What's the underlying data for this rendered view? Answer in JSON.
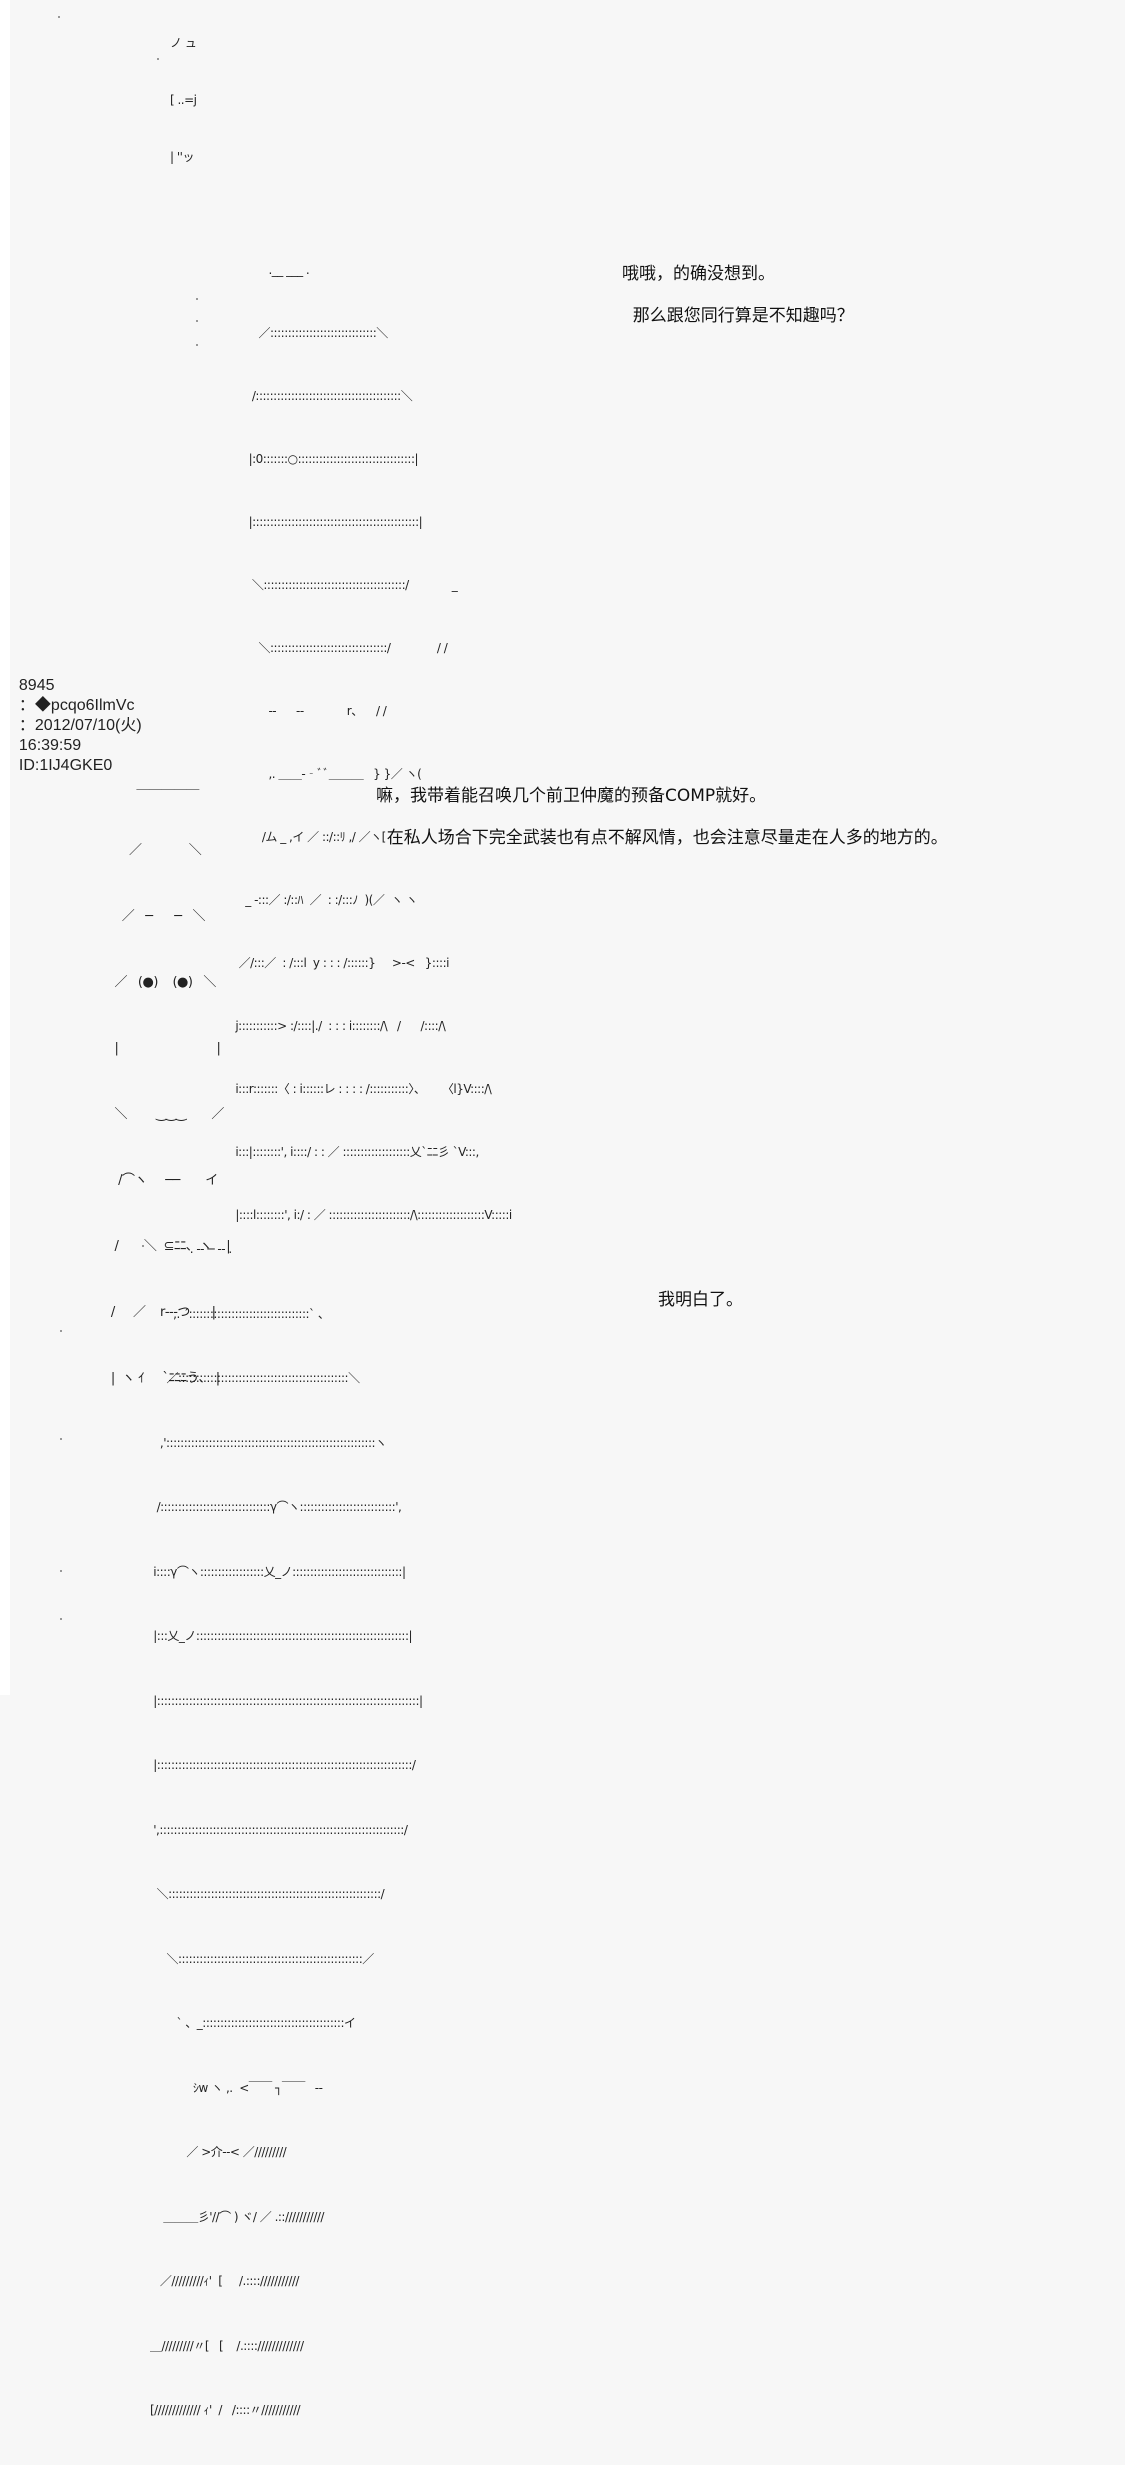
{
  "top_fragment": {
    "aa_lines": [
      "ノ ュ",
      "[ ..=j",
      "| ''ッ"
    ]
  },
  "panel_1": {
    "dialog": [
      "哦哦，的确没想到。",
      "  那么跟您同行算是不知趣吗？"
    ],
    "aa_lines": [
      "           .__ ___ .",
      "        ／::::::::::::::::::::::::::::::＼",
      "      /:::::::::::::::::::::::::::::::::::::::::＼",
      "     |:0:::::::○:::::::::::::::::::::::::::::::::|",
      "     |:::::::::::::::::::::::::::::::::::::::::::::::|",
      "      ＼::::::::::::::::::::::::::::::::::::::::/             _",
      "        ＼:::::::::::::::::::::::::::::::::/              / /",
      "           ‐‐      ‐‐             r、    / /",
      "           ,. ＿＿-‐ﾞﾞ＿＿＿   } }／ ヽ(",
      "         /ム _ ,イ ／ ::/::ﾘ ,/ ／ヽ[",
      "    _ -:::／ :/::ﾊ  ／  : :/:::ﾉ  )(／  ヽ ヽ",
      "  ／/:::／  : /:::l  y : : : /::::::}     >‐<   }::::i",
      " j:::::::::::> :/::::|./  : : : i::::::::/\\   /      /::::/\\",
      " i:::r:::::::〈 : i::::::レ : : : : /:::::::::::〉、     〈l}V::::/\\",
      " i:::|::::::::', i::::/ : : ／ :::::::::::::::::::乂`ﾆﾆ彡 `V:::,",
      " |::::l::::::::', i:/ : ／ :::::::::::::::::::::::/\\:::::::::::::::::::V:::::i"
    ]
  },
  "post": {
    "number": "8945",
    "separator": "：",
    "trip_marker": "◆",
    "trip": "pcqo6IlmVc",
    "date": "2012/07/10(火)",
    "time": "16:39:59",
    "id": "ID:1IJ4GKE0",
    "header_text": "8945 ：◆pcqo6IlmVc ：2012/07/10(火) 16:39:59 ID:1IJ4GKE0"
  },
  "panel_2": {
    "dialog": [
      "嘛，我带着能召唤几个前卫仲魔的预备COMP就好。",
      "  在私人场合下完全武装也有点不解风情，也会注意尽量走在人多的地方的。"
    ],
    "aa_lines": [
      "          ＿＿＿＿＿",
      "        ／             ＼",
      "      ／   ─      ─   ＼",
      "    ／   (●)    (●)   ＼",
      "    |                           |",
      "    ＼        ‿‿‿       ／",
      "     /⌒ヽ     ──       イ",
      "    /       ＼  ⊆ﾆﾆ､  ヽ    |",
      "   /     ／    r‐‐‐つ      |",
      "   |  ヽ ｲ     `ﾆﾆﾆう､   |"
    ]
  },
  "panel_3": {
    "dialog": [
      "我明白了。"
    ],
    "aa_lines": [
      "               . -‐ ─ ‐- .",
      "          ,. ´::::::::::::::::::::::::::::::::::` 、",
      "        ／::::::::::::::::::::::::::::::::::::::::::::::::＼",
      "      ,':::::::::::::::::::::::::::::::::::::::::::::::::::::::::::ヽ",
      "     /:::::::::::::::::::::::::::::::γ⌒ヽ:::::::::::::::::::::::::::',",
      "    i::::γ⌒ヽ::::::::::::::::::乂_ノ:::::::::::::::::::::::::::::::|",
      "    |:::乂_ノ::::::::::::::::::::::::::::::::::::::::::::::::::::::::::::|",
      "    |::::::::::::::::::::::::::::::::::::::::::::::::::::::::::::::::::::::::::|",
      "    |::::::::::::::::::::::::::::::::::::::::::::::::::::::::::::::::::::::::/",
      "    ',:::::::::::::::::::::::::::::::::::::::::::::::::::::::::::::::::::::/",
      "     ＼::::::::::::::::::::::::::::::::::::::::::::::::::::::::::::/",
      "        ＼::::::::::::::::::::::::::::::::::::::::::::::::::::／",
      "           ` 、_::::::::::::::::::::::::::::::::::::::::イ",
      "                ｼw ヽ ,.  <￣￣ ┐￣￣   ‐‐",
      "              ／ >介‐‐< ／/////////",
      "       ＿＿＿彡'//⌒ ) ヾ/ ／ .::///////////",
      "      ／/////////ｨ'  [     /.::::///////////",
      "   ＿/////////〃[   [    /.:::://///////////",
      "   [///////////// ｨ'  /   /::::〃///////////"
    ]
  },
  "colors": {
    "background": "#f7f7f7",
    "left_strip": "#ffffff",
    "text": "#111111"
  }
}
